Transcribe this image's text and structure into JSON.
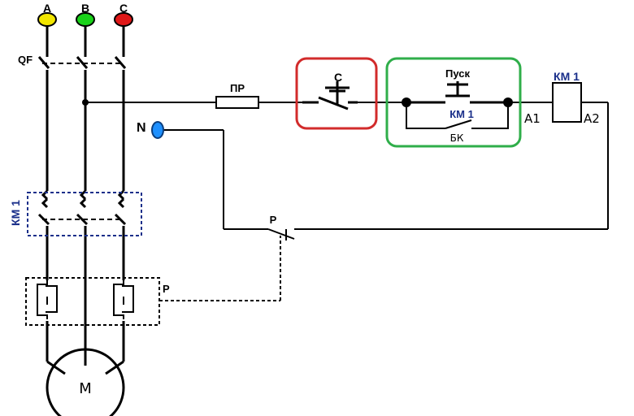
{
  "phases": [
    {
      "label": "A",
      "color": "#f2e600"
    },
    {
      "label": "B",
      "color": "#19d219"
    },
    {
      "label": "C",
      "color": "#e01818"
    }
  ],
  "breaker_label": "QF",
  "fuse_label": "ПР",
  "stop_button_label": "С",
  "start_button_label": "Пуск",
  "aux_contact_label": "КМ 1",
  "aux_contact_sublabel": "БК",
  "coil_label": "КМ 1",
  "coil_terminal_a1": "А1",
  "coil_terminal_a2": "А2",
  "neutral_label": "N",
  "neutral_color": "#1e90ff",
  "relay_contact_label": "Р",
  "contactor_main_label": "КМ 1",
  "thermal_relay_label": "Р",
  "motor_label": "М",
  "highlight_colors": {
    "stop": "#d22b2b",
    "start": "#2fae4a"
  },
  "label_color": "#1a2f8a"
}
